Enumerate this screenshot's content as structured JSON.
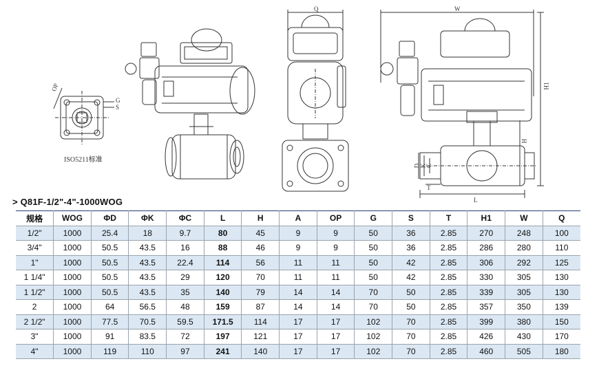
{
  "caption": "ISO5211标准",
  "dimension_labels": {
    "flange_op": "OP",
    "flange_g": "G",
    "flange_s": "S",
    "q": "Q",
    "w": "W",
    "h1": "H1",
    "h": "H",
    "d": "D",
    "k": "K",
    "c": "C",
    "t": "T",
    "l": "L"
  },
  "model_title": "> Q81F-1/2\"-4\"-1000WOG",
  "table": {
    "headers": [
      "规格",
      "WOG",
      "ΦD",
      "ΦK",
      "ΦC",
      "L",
      "H",
      "A",
      "OP",
      "G",
      "S",
      "T",
      "H1",
      "W",
      "Q"
    ],
    "rows": [
      [
        "1/2\"",
        "1000",
        "25.4",
        "18",
        "9.7",
        "80",
        "45",
        "9",
        "9",
        "50",
        "36",
        "2.85",
        "270",
        "248",
        "100"
      ],
      [
        "3/4\"",
        "1000",
        "50.5",
        "43.5",
        "16",
        "88",
        "46",
        "9",
        "9",
        "50",
        "36",
        "2.85",
        "286",
        "280",
        "110"
      ],
      [
        "1\"",
        "1000",
        "50.5",
        "43.5",
        "22.4",
        "114",
        "56",
        "11",
        "11",
        "50",
        "42",
        "2.85",
        "306",
        "292",
        "125"
      ],
      [
        "1 1/4\"",
        "1000",
        "50.5",
        "43.5",
        "29",
        "120",
        "70",
        "11",
        "11",
        "50",
        "42",
        "2.85",
        "330",
        "305",
        "130"
      ],
      [
        "1 1/2\"",
        "1000",
        "50.5",
        "43.5",
        "35",
        "140",
        "79",
        "14",
        "14",
        "70",
        "50",
        "2.85",
        "339",
        "305",
        "130"
      ],
      [
        "2",
        "1000",
        "64",
        "56.5",
        "48",
        "159",
        "87",
        "14",
        "14",
        "70",
        "50",
        "2.85",
        "357",
        "350",
        "139"
      ],
      [
        "2 1/2\"",
        "1000",
        "77.5",
        "70.5",
        "59.5",
        "171.5",
        "114",
        "17",
        "17",
        "102",
        "70",
        "2.85",
        "399",
        "380",
        "150"
      ],
      [
        "3\"",
        "1000",
        "91",
        "83.5",
        "72",
        "197",
        "121",
        "17",
        "17",
        "102",
        "70",
        "2.85",
        "426",
        "430",
        "170"
      ],
      [
        "4\"",
        "1000",
        "119",
        "110",
        "97",
        "241",
        "140",
        "17",
        "17",
        "102",
        "70",
        "2.85",
        "460",
        "505",
        "180"
      ]
    ]
  }
}
